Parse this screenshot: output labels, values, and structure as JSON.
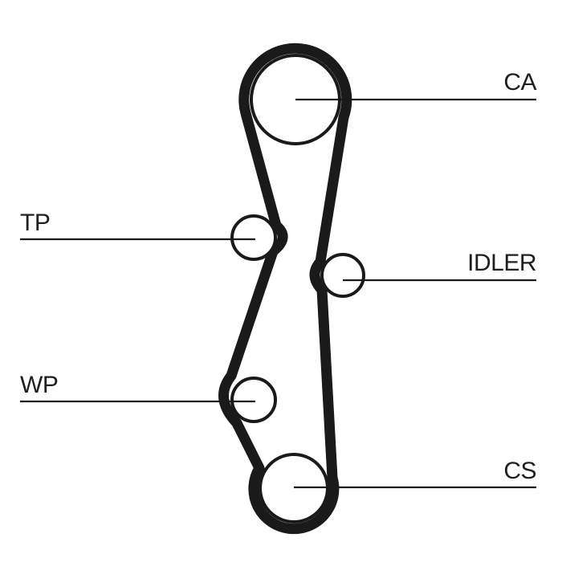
{
  "diagram": {
    "type": "timing-belt-routing-diagram",
    "background_color": "#ffffff",
    "belt_color": "#1a1a1a",
    "outline_color": "#1a1a1a",
    "line_color": "#1a1a1a",
    "label_color": "#1f1f1f",
    "labels": {
      "ca": "CA",
      "tp": "TP",
      "idler": "IDLER",
      "wp": "WP",
      "cs": "CS"
    },
    "pulleys": [
      {
        "id": "ca",
        "label": "CA"
      },
      {
        "id": "tp",
        "label": "TP"
      },
      {
        "id": "idler",
        "label": "IDLER"
      },
      {
        "id": "wp",
        "label": "WP"
      },
      {
        "id": "cs",
        "label": "CS"
      }
    ]
  }
}
